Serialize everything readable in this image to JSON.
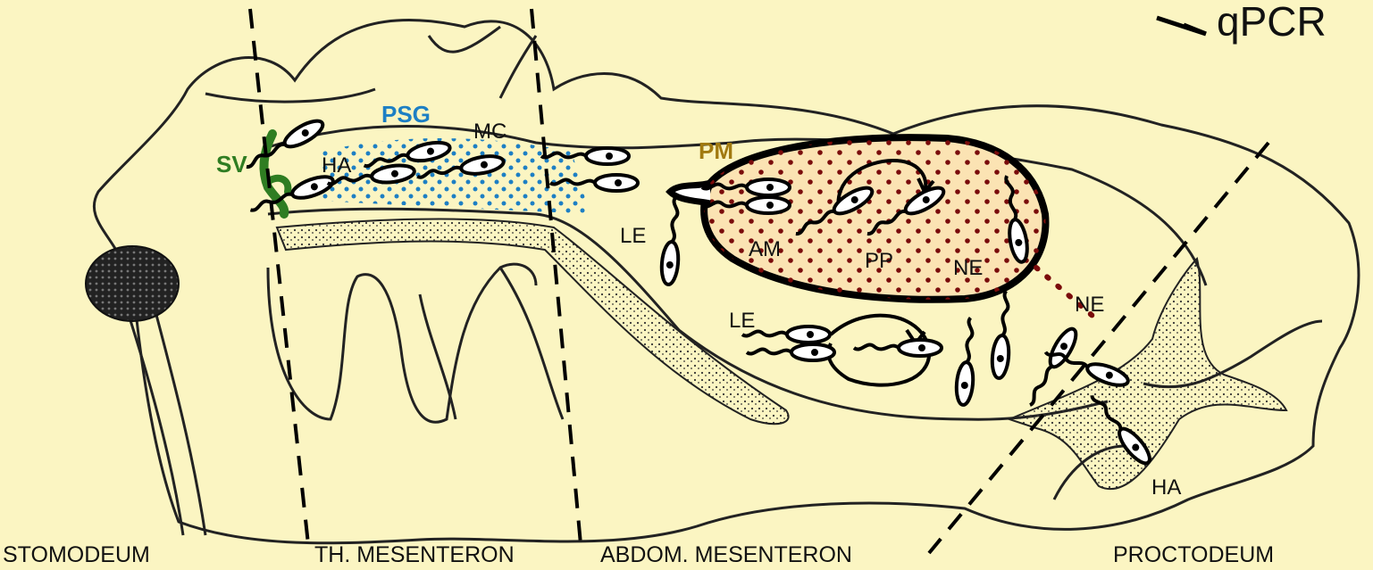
{
  "colors": {
    "background": "#fbf5c2",
    "peritrophic_matrix": "#fbe3b3",
    "matrix_dots": "#7a0b0b",
    "stomodeal_valve": "#2f7d22",
    "salivary_gland_dots": "#1d7fc4",
    "pm_label": "#a17a10",
    "ink": "#111111"
  },
  "labels": {
    "sv": "SV",
    "psg": "PSG",
    "pm": "PM",
    "mc": "MC",
    "ha_top": "HA",
    "le_upper": "LE",
    "le_lower": "LE",
    "am": "AM",
    "pp": "PP",
    "ne_right": "NE",
    "ne_lower": "NE",
    "ha_bottom": "HA",
    "qpcr": "qPCR"
  },
  "regions": {
    "stomodeum": "STOMODEUM",
    "thoracic_mesenteron": "TH. MESENTERON",
    "abdominal_mesenteron": "ABDOM. MESENTERON",
    "proctodeum": "PROCTODEUM"
  },
  "icons": {
    "trypanosome": "trypanosome-icon",
    "arrow": "arrow-icon"
  }
}
